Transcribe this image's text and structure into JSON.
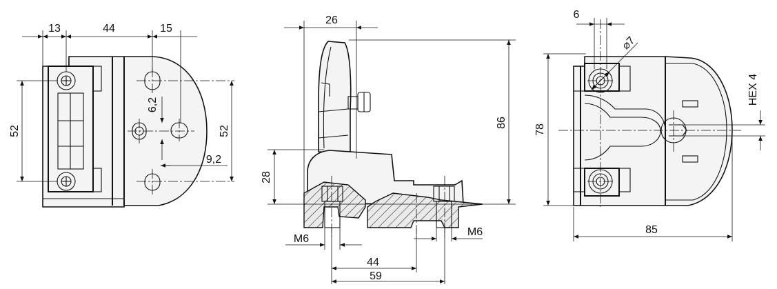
{
  "views": {
    "front": {
      "dims": {
        "top_left": "13",
        "top_mid": "44",
        "top_right": "15",
        "height_left": "52",
        "height_right": "52",
        "slot_height": "6,2",
        "slot_width": "9,2"
      }
    },
    "side": {
      "dims": {
        "width_top": "26",
        "height_total": "86",
        "height_lower": "28",
        "thread_left": "M6",
        "thread_right": "M6",
        "spacing_inner": "44",
        "spacing_outer": "59"
      }
    },
    "back": {
      "dims": {
        "width_top": "6",
        "bore_dia": "⌀7",
        "height": "78",
        "hex": "HEX 4",
        "width_total": "85"
      }
    }
  }
}
